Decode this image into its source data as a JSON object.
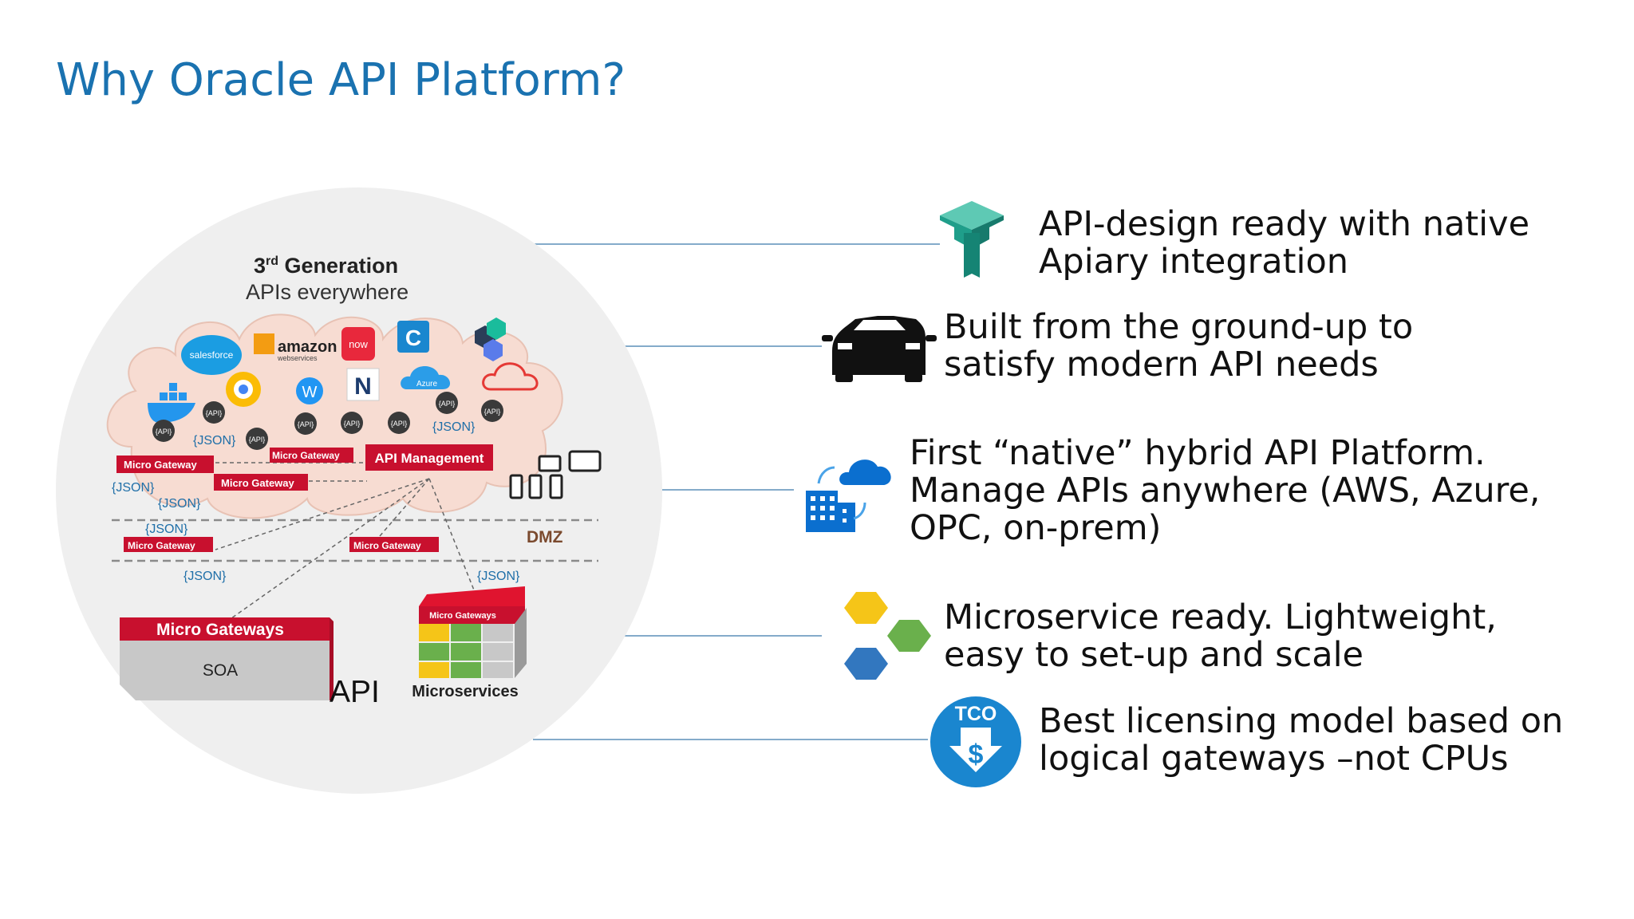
{
  "title": "Why Oracle API Platform?",
  "diagram": {
    "heading_main": "3",
    "heading_sup": "rd",
    "heading_rest": " Generation",
    "subheading": "APIs everywhere",
    "logos": {
      "salesforce": "salesforce",
      "amazon": "amazon",
      "amazon_sub": "webservices",
      "now": "now",
      "azure": "Azure"
    },
    "api_tag": "{API}",
    "json_tag": "{JSON}",
    "micro_gateway": "Micro Gateway",
    "micro_gateways": "Micro Gateways",
    "api_management": "API Management",
    "dmz": "DMZ",
    "soa": "SOA",
    "api_label": "API",
    "microservices": "Microservices"
  },
  "features": [
    {
      "line1": "API-design ready with native",
      "line2": "Apiary integration",
      "icon": "apiary-icon"
    },
    {
      "line1": "Built from the ground-up to",
      "line2": "satisfy modern API needs",
      "icon": "car-icon"
    },
    {
      "line1": "First “native” hybrid API Platform.",
      "line2": "Manage APIs anywhere (AWS, Azure,",
      "line3": "OPC, on-prem)",
      "icon": "hybrid-cloud-icon"
    },
    {
      "line1": "Microservice ready. Lightweight,",
      "line2": "easy to set-up and scale",
      "icon": "hexagons-icon"
    },
    {
      "line1": "Best licensing model based on",
      "line2": "logical gateways –not CPUs",
      "icon": "tco-icon",
      "icon_text": "TCO",
      "icon_symbol": "$"
    }
  ],
  "colors": {
    "title": "#1a72b0",
    "gateway_red": "#c8102e",
    "connector": "#5b8fb8",
    "circle_bg": "#efefef"
  }
}
